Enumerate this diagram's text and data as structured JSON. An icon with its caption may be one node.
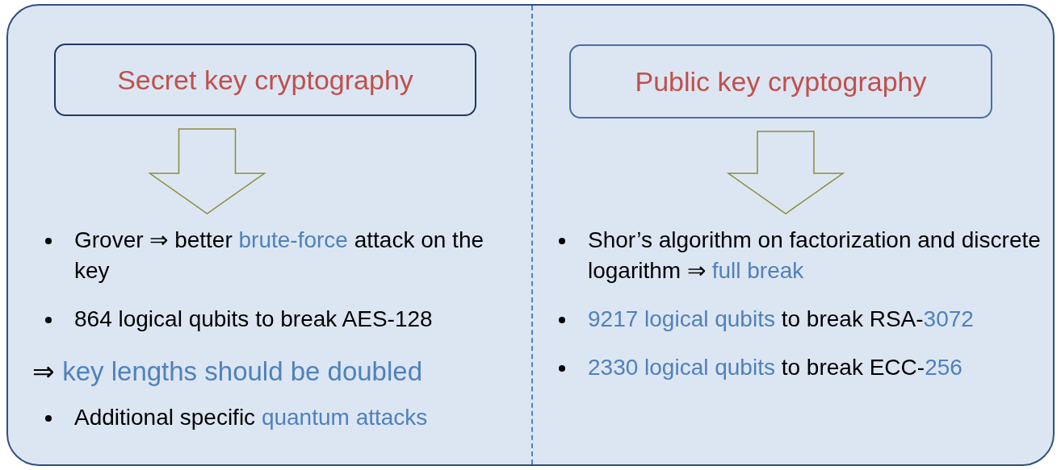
{
  "diagram": {
    "nodes": [
      {
        "text": [],
        "shape": "box"
      },
      {
        "text": [
          "Secret key cryptography"
        ],
        "in": 0
      },
      {
        "text": [
          "Public key cryptography"
        ],
        "in": 0
      },
      {
        "text": [
          "Grover ⇒ better *brute-force* attack on the key",
          "864 logical qubits to break AES-128"
        ],
        "in": 0
      },
      {
        "text": [
          "⇒ *key lengths should be doubled*"
        ],
        "in": 0
      },
      {
        "text": [
          "Additional specific *quantum attacks*"
        ],
        "in": 0
      },
      {
        "text": [
          "Shor’s algorithm on factorization and discrete logarithm ⇒ *full break*",
          "*9217 logical qubits* to break RSA-*3072*",
          "*2330 logical qubits* to break ECC-*256*"
        ],
        "in": 0
      }
    ],
    "edges": [
      {
        "from": 1,
        "to": 3,
        "arrow": "to"
      },
      {
        "from": 2,
        "to": 6,
        "arrow": "to"
      }
    ]
  }
}
